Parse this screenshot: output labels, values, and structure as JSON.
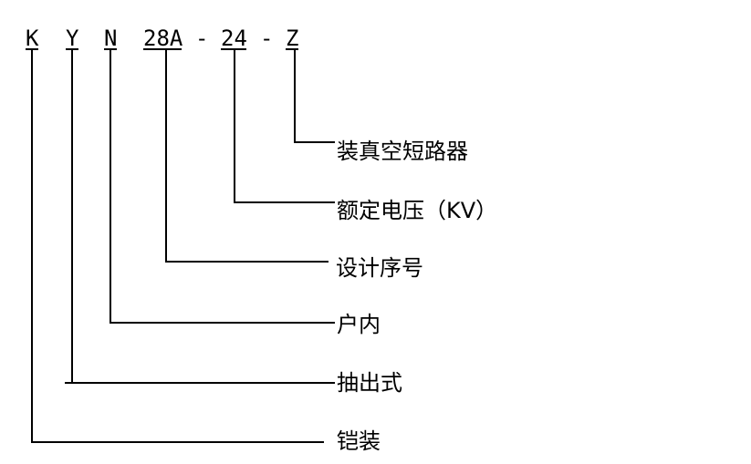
{
  "model_code": {
    "segments": [
      {
        "id": "K",
        "text": "K"
      },
      {
        "id": "Y",
        "text": "Y"
      },
      {
        "id": "N",
        "text": "N"
      },
      {
        "id": "28A",
        "text": "28A"
      },
      {
        "id": "dash1",
        "text": "-"
      },
      {
        "id": "24",
        "text": "24"
      },
      {
        "id": "dash2",
        "text": "-"
      },
      {
        "id": "Z",
        "text": "Z"
      }
    ]
  },
  "labels": [
    {
      "segment": "Z",
      "text": "装真空短路器"
    },
    {
      "segment": "24",
      "text": "额定电压（KV）"
    },
    {
      "segment": "28A",
      "text": "设计序号"
    },
    {
      "segment": "N",
      "text": "户内"
    },
    {
      "segment": "Y",
      "text": "抽出式"
    },
    {
      "segment": "K",
      "text": "铠装"
    }
  ],
  "colors": {
    "line": "#000000",
    "text": "#000000",
    "background": "#ffffff"
  }
}
